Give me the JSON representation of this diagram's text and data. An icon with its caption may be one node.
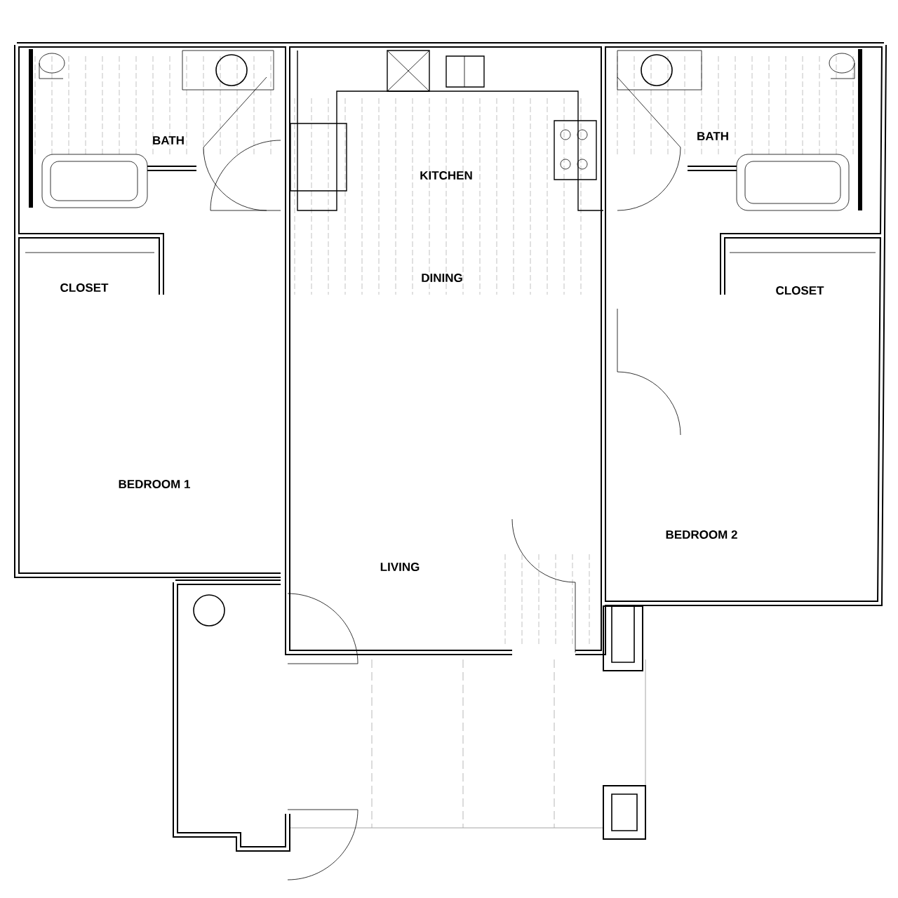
{
  "diagram": {
    "labels": [
      "BATH",
      "KITCHEN",
      "BATH",
      "CLOSET",
      "DINING",
      "CLOSET",
      "BEDROOM 1",
      "BEDROOM 2",
      "LIVING"
    ]
  }
}
